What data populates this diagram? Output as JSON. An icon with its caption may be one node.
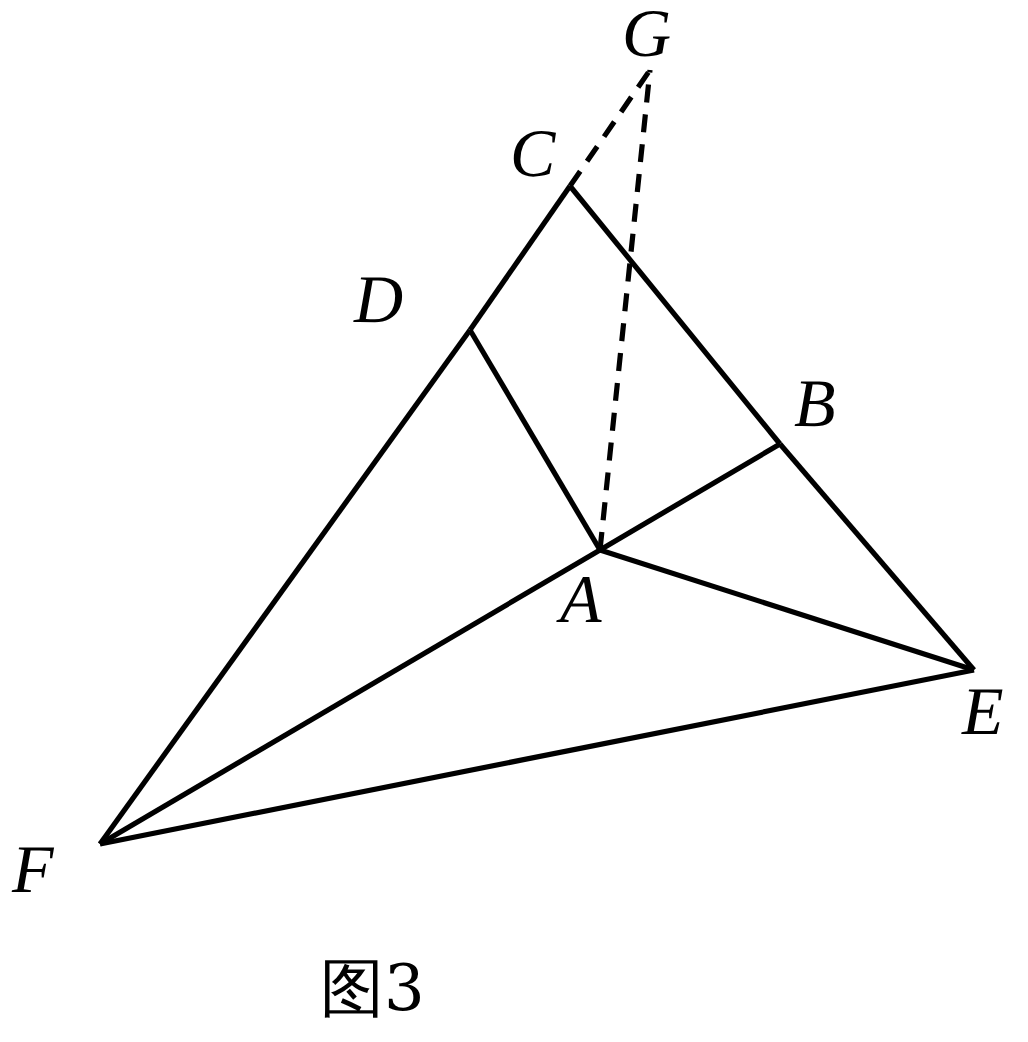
{
  "diagram": {
    "caption": "图3",
    "nodes": [
      {
        "text": [
          "A"
        ]
      },
      {
        "text": [
          "B"
        ]
      },
      {
        "text": [
          "C"
        ]
      },
      {
        "text": [
          "D"
        ]
      },
      {
        "text": [
          "E"
        ]
      },
      {
        "text": [
          "F"
        ]
      },
      {
        "text": [
          "G"
        ]
      }
    ],
    "edges": [
      {
        "from": 2,
        "to": 3,
        "arrow": "none"
      },
      {
        "from": 3,
        "to": 5,
        "arrow": "none"
      },
      {
        "from": 2,
        "to": 1,
        "arrow": "none"
      },
      {
        "from": 1,
        "to": 4,
        "arrow": "none"
      },
      {
        "from": 3,
        "to": 0,
        "arrow": "none"
      },
      {
        "from": 1,
        "to": 0,
        "arrow": "none"
      },
      {
        "from": 0,
        "to": 4,
        "arrow": "none"
      },
      {
        "from": 0,
        "to": 5,
        "arrow": "none"
      },
      {
        "from": 5,
        "to": 4,
        "arrow": "none"
      },
      {
        "from": 0,
        "to": 6,
        "arrow": "none",
        "style": "dashed"
      },
      {
        "from": 2,
        "to": 6,
        "arrow": "none",
        "style": "dashed"
      }
    ]
  }
}
